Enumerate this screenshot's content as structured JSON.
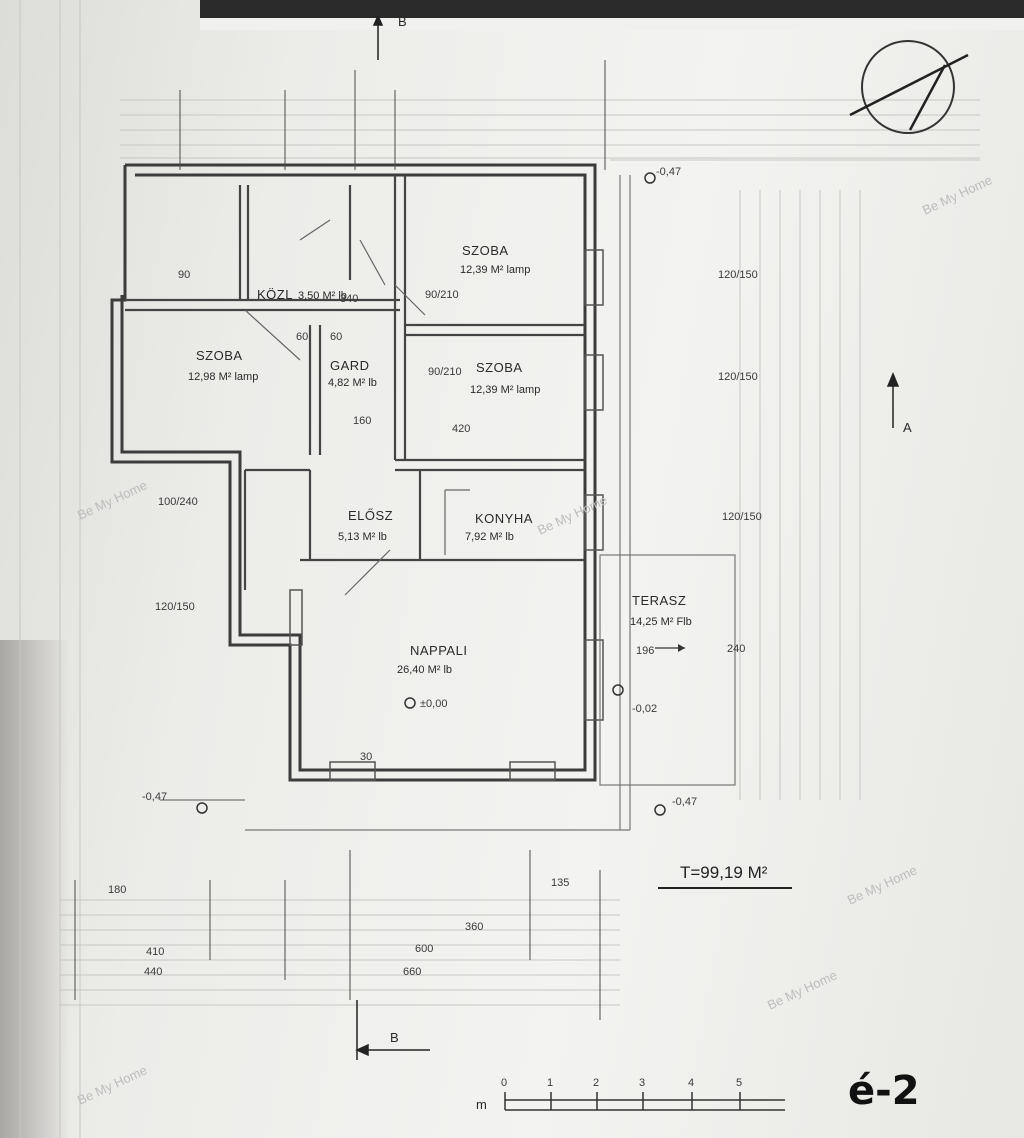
{
  "sheet_id": "é-2",
  "total_area": "T=99,19 M²",
  "watermark": "Be My Home",
  "rooms": [
    {
      "name": "SZOBA",
      "area": "12,39 M² lamp"
    },
    {
      "name": "SZOBA",
      "area": "12,39 M² lamp"
    },
    {
      "name": "SZOBA",
      "area": "12,98 M² lamp"
    },
    {
      "name": "GARD",
      "area": "4,82 M² lb"
    },
    {
      "name": "KÖZL",
      "area": "3,50 M² lb"
    },
    {
      "name": "ELŐSZ",
      "area": "5,13 M² lb"
    },
    {
      "name": "KONYHA",
      "area": "7,92 M² lb"
    },
    {
      "name": "NAPPALI",
      "area": "26,40 M² lb"
    },
    {
      "name": "TERASZ",
      "area": "14,25 M² Flb"
    }
  ],
  "levels": {
    "floor": "±0,00",
    "outside": "-0,47",
    "terrace": "-0,02"
  },
  "section_marks": {
    "a": "A",
    "b": "B"
  },
  "window_dims": [
    "90/210",
    "90/210",
    "120/150",
    "120/150",
    "120/150",
    "100/240",
    "120/150"
  ],
  "dim_labels": [
    "420",
    "60",
    "60",
    "160",
    "180",
    "30",
    "90",
    "340",
    "360",
    "600",
    "660",
    "410",
    "440",
    "135",
    "240",
    "196"
  ],
  "scale": {
    "unit": "m",
    "ticks": [
      "0",
      "1",
      "2",
      "3",
      "4",
      "5"
    ]
  }
}
